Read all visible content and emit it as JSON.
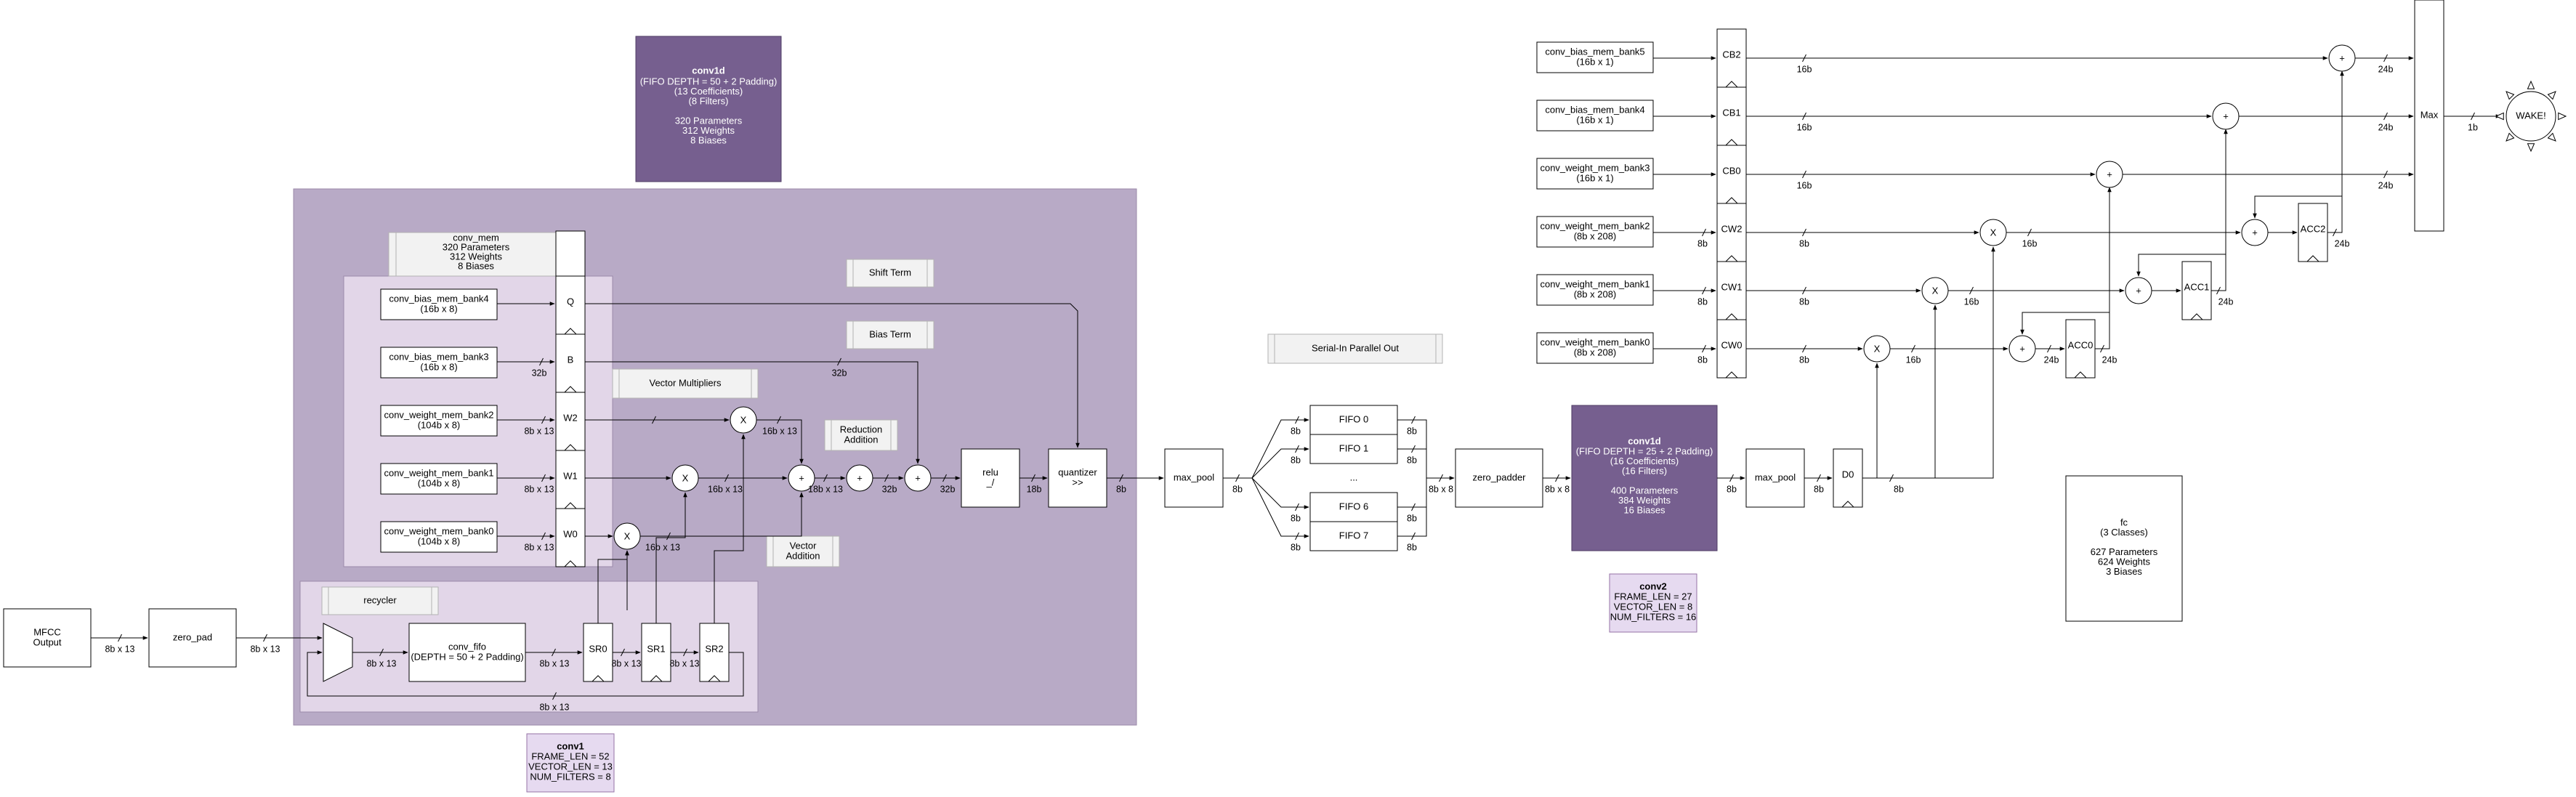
{
  "conv1_summary": {
    "title": "conv1d",
    "lines": [
      "(FIFO DEPTH = 50 + 2 Padding)",
      "(13 Coefficients)",
      "(8 Filters)",
      "",
      "320 Parameters",
      "312 Weights",
      "8 Biases"
    ]
  },
  "conv1_config": {
    "title": "conv1",
    "lines": [
      "FRAME_LEN = 52",
      "VECTOR_LEN = 13",
      "NUM_FILTERS = 8"
    ]
  },
  "conv_mem": {
    "lines": [
      "conv_mem",
      "320 Parameters",
      "312 Weights",
      "8 Biases"
    ]
  },
  "conv1_mem_banks": [
    {
      "name": "conv_bias_mem_bank4",
      "size": "(16b x 8)"
    },
    {
      "name": "conv_bias_mem_bank3",
      "size": "(16b x 8)"
    },
    {
      "name": "conv_weight_mem_bank2",
      "size": "(104b x 8)"
    },
    {
      "name": "conv_weight_mem_bank1",
      "size": "(104b x 8)"
    },
    {
      "name": "conv_weight_mem_bank0",
      "size": "(104b x 8)"
    }
  ],
  "conv1_regs": [
    "Q",
    "B",
    "W2",
    "W1",
    "W0"
  ],
  "notes": {
    "shift_term": "Shift Term",
    "bias_term": "Bias Term",
    "vector_multipliers": "Vector Multipliers",
    "reduction_addition": [
      "Reduction",
      "Addition"
    ],
    "vector_addition": [
      "Vector",
      "Addition"
    ],
    "recycler": "recycler",
    "serial_in_parallel_out": "Serial-In Parallel Out"
  },
  "mfcc": [
    "MFCC",
    "Output"
  ],
  "zero_pad": "zero_pad",
  "conv_fifo": [
    "conv_fifo",
    "(DEPTH = 50 + 2 Padding)"
  ],
  "shift_regs": [
    "SR0",
    "SR1",
    "SR2"
  ],
  "relu": [
    "relu",
    "_/"
  ],
  "quantizer": [
    "quantizer",
    ">>"
  ],
  "max_pool": "max_pool",
  "fifos": [
    "FIFO 0",
    "FIFO 1",
    "...",
    "FIFO 6",
    "FIFO 7"
  ],
  "zero_padder": "zero_padder",
  "conv2_summary": {
    "title": "conv1d",
    "lines": [
      "(FIFO DEPTH = 25 + 2 Padding)",
      "(16 Coefficients)",
      "(16 Filters)",
      "",
      "400 Parameters",
      "384 Weights",
      "16 Biases"
    ]
  },
  "conv2_config": {
    "title": "conv2",
    "lines": [
      "FRAME_LEN = 27",
      "VECTOR_LEN = 8",
      "NUM_FILTERS = 16"
    ]
  },
  "d0": "D0",
  "fc_mem_banks": [
    {
      "name": "conv_bias_mem_bank5",
      "size": "(16b x 1)"
    },
    {
      "name": "conv_bias_mem_bank4",
      "size": "(16b x 1)"
    },
    {
      "name": "conv_weight_mem_bank3",
      "size": "(16b x 1)"
    },
    {
      "name": "conv_weight_mem_bank2",
      "size": "(8b x 208)"
    },
    {
      "name": "conv_weight_mem_bank1",
      "size": "(8b x 208)"
    },
    {
      "name": "conv_weight_mem_bank0",
      "size": "(8b x 208)"
    }
  ],
  "fc_regs": [
    "CB2",
    "CB1",
    "CB0",
    "CW2",
    "CW1",
    "CW0"
  ],
  "accs": [
    "ACC0",
    "ACC1",
    "ACC2"
  ],
  "max_block": "Max",
  "wake": "WAKE!",
  "fc_summary": {
    "lines": [
      "fc",
      "(3 Classes)",
      "",
      "627 Parameters",
      "624 Weights",
      "3 Biases"
    ]
  },
  "ops": {
    "mul": "X",
    "add": "+"
  },
  "wires": {
    "w8b": "8b",
    "w8b13": "8b x 13",
    "w16b13": "16b x 13",
    "w18b13": "18b x 13",
    "w32b": "32b",
    "w18b": "18b",
    "w16b": "16b",
    "w24b": "24b",
    "w1b": "1b",
    "w8b8": "8b x 8"
  },
  "colors": {
    "outer_region": "#b8aac6",
    "inner_region": "#e2d6e8",
    "summary_fill": "#765f8f",
    "config_fill": "#e6daf0",
    "config_stroke": "#9673a6",
    "note_fill": "#f2f2f2"
  }
}
